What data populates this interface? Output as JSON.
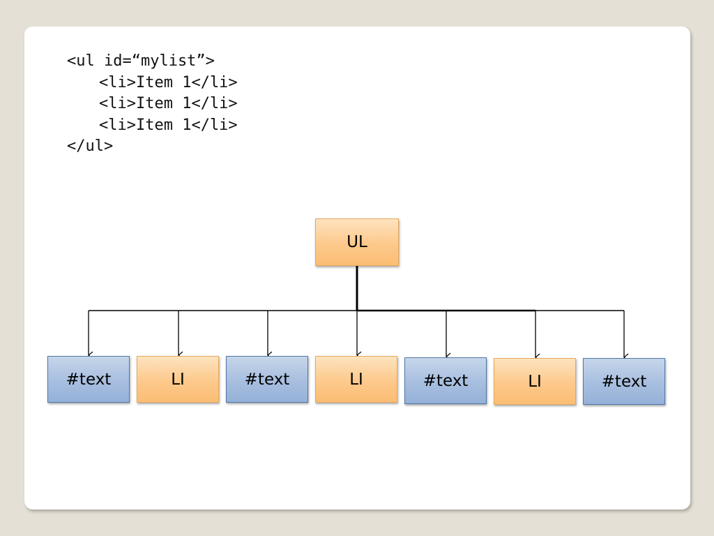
{
  "code_lines": [
    "<ul id=“mylist”>",
    "<li>Item 1</li>",
    "<li>Item 1</li>",
    "<li>Item 1</li>",
    "</ul>"
  ],
  "tree": {
    "root": "UL",
    "children": [
      "#text",
      "LI",
      "#text",
      "LI",
      "#text",
      "LI",
      "#text"
    ]
  },
  "colors": {
    "element_node": "#fdc98b",
    "text_node": "#a7bedf",
    "background": "#e5e0d6"
  }
}
